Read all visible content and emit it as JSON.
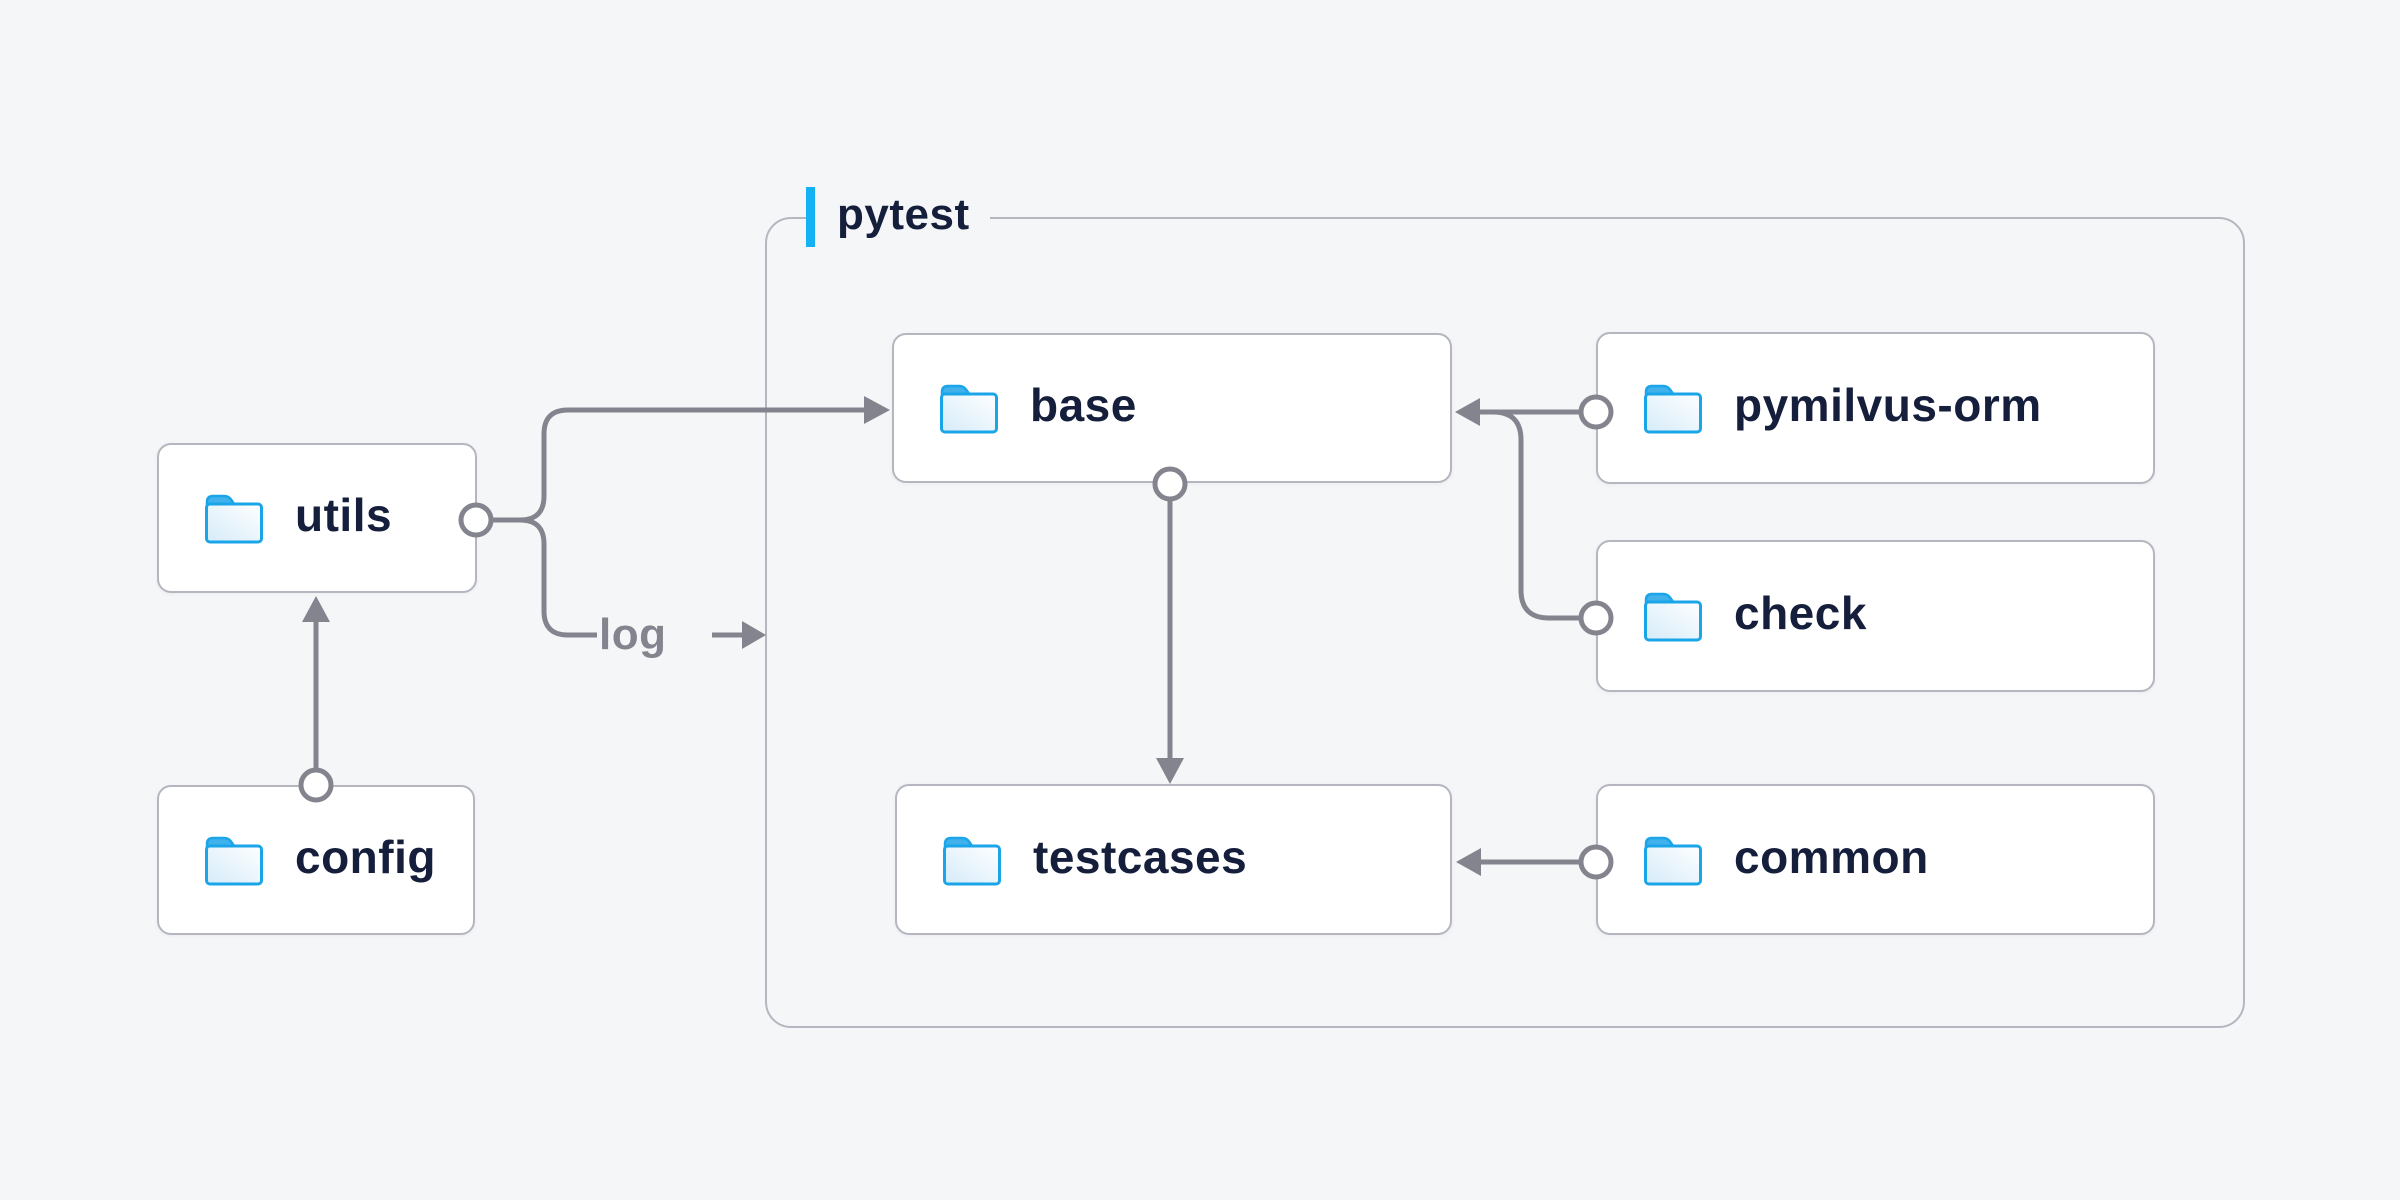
{
  "diagram": {
    "container_label": "pytest",
    "nodes": [
      {
        "label": "utils"
      },
      {
        "label": "config"
      },
      {
        "label": "base"
      },
      {
        "label": "pymilvus-orm"
      },
      {
        "label": "check"
      },
      {
        "label": "testcases"
      },
      {
        "label": "common"
      }
    ],
    "edges": [
      {
        "from": "config",
        "to": "utils"
      },
      {
        "from": "utils",
        "to": "base"
      },
      {
        "from": "utils",
        "to": "pytest",
        "label": "log"
      },
      {
        "from": "pymilvus-orm",
        "to": "base"
      },
      {
        "from": "check",
        "to": "base"
      },
      {
        "from": "base",
        "to": "testcases"
      },
      {
        "from": "common",
        "to": "testcases"
      }
    ],
    "edge_labels": {
      "log": "log"
    },
    "icons": {
      "node_icon": "folder-icon"
    },
    "colors": {
      "background": "#f5f6f8",
      "node_fill": "#ffffff",
      "node_border": "#b6b6c1",
      "wire": "#84848f",
      "label_text": "#151f3c",
      "edge_label_text": "#84848f",
      "accent_blue": "#14b1f4",
      "folder_stroke_blue": "#1aa5e8",
      "folder_tab_blue": "#41b1ec"
    }
  }
}
